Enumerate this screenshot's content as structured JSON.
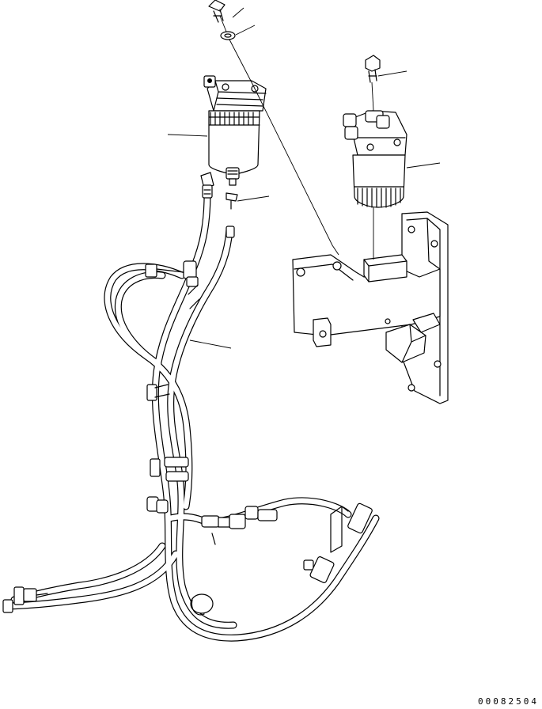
{
  "drawing": {
    "number": "00082504",
    "colors": {
      "line": "#000000",
      "background": "#ffffff"
    }
  },
  "parts": [
    {
      "id": "bolt-top"
    },
    {
      "id": "washer"
    },
    {
      "id": "fuel-filter-left"
    },
    {
      "id": "hose-fitting"
    },
    {
      "id": "clamp-small"
    },
    {
      "id": "bolt-right"
    },
    {
      "id": "fuel-filter-right"
    },
    {
      "id": "filter-bracket"
    },
    {
      "id": "hose-harness"
    }
  ]
}
